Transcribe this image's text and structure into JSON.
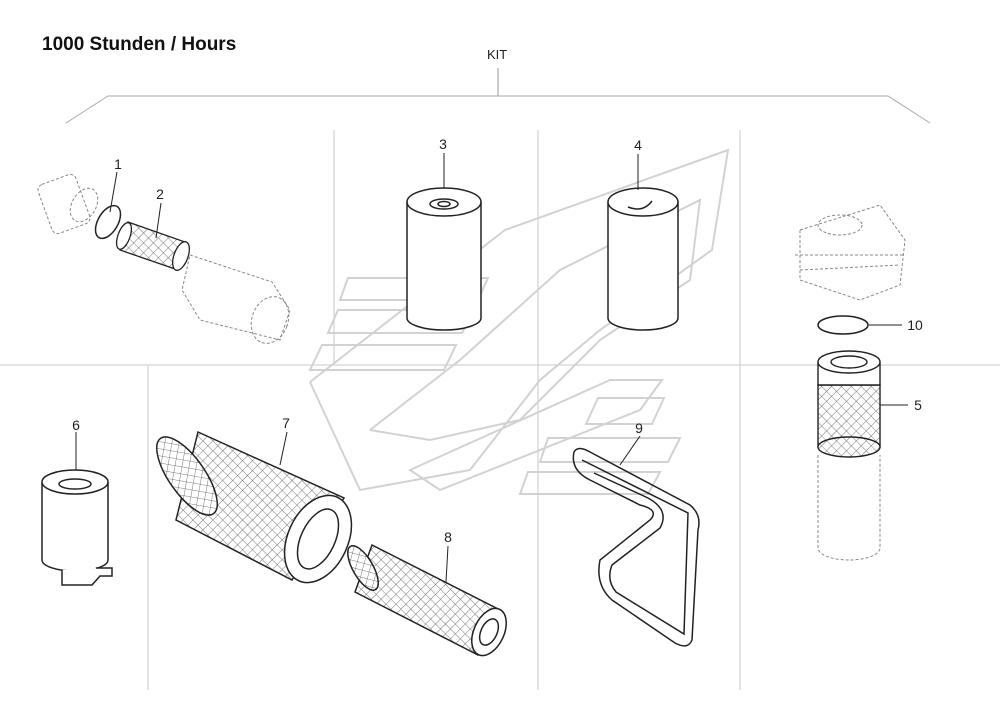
{
  "title": "1000 Stunden / Hours",
  "kit_label": "KIT",
  "callouts": [
    {
      "id": "1",
      "part": "o-ring"
    },
    {
      "id": "2",
      "part": "strainer-filter"
    },
    {
      "id": "3",
      "part": "oil-filter"
    },
    {
      "id": "4",
      "part": "fuel-filter"
    },
    {
      "id": "5",
      "part": "hydraulic-filter-element"
    },
    {
      "id": "6",
      "part": "fuel-prefilter"
    },
    {
      "id": "7",
      "part": "air-filter-outer"
    },
    {
      "id": "8",
      "part": "air-filter-inner"
    },
    {
      "id": "9",
      "part": "drive-belt"
    },
    {
      "id": "10",
      "part": "seal-ring"
    }
  ]
}
